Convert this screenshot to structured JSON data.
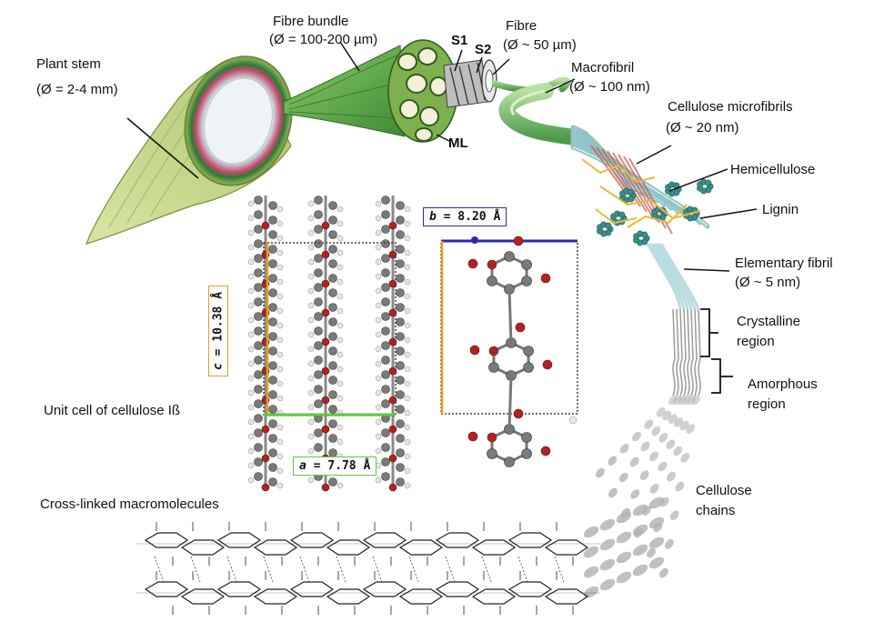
{
  "labels": {
    "plant_stem": "Plant stem",
    "plant_stem_d": "(Ø = 2-4 mm)",
    "fibre_bundle": "Fibre bundle",
    "fibre_bundle_d": "(Ø = 100-200 µm)",
    "s1": "S1",
    "s2": "S2",
    "fibre": "Fibre",
    "fibre_d": "(Ø ~ 50 µm)",
    "macrofibril": "Macrofibril",
    "macrofibril_d": "(Ø ~ 100 nm)",
    "ml": "ML",
    "microfibrils": "Cellulose microfibrils",
    "microfibrils_d": "(Ø ~ 20 nm)",
    "hemicellulose": "Hemicellulose",
    "lignin": "Lignin",
    "elementary_fibril": "Elementary fibril",
    "elementary_fibril_d": "(Ø ~ 5 nm)",
    "crystalline": "Crystalline",
    "crystalline_2": "region",
    "amorphous": "Amorphous",
    "amorphous_2": "region",
    "cellulose_chains": "Cellulose",
    "cellulose_chains_2": "chains",
    "unit_cell": "Unit cell of cellulose Iß",
    "cross_linked": "Cross-linked macromolecules",
    "param_b_sym": "b",
    "param_b_val": " = 8.20 Å",
    "param_c_sym": "c",
    "param_c_val": " = 10.38 Å",
    "param_a_sym": "a",
    "param_a_val": " = 7.78 Å"
  },
  "colors": {
    "stem": "#c9d98f",
    "bundle": "#6fae4e",
    "macrofibril": "#7fbf6a",
    "microfibril": "#8fc3c7",
    "hemicellulose": "#3a8f8a",
    "lignin": "#e8b93a",
    "carbon": "#7a7a7a",
    "oxygen": "#b22222",
    "hydrogen": "#e6e6e6",
    "axis_a": "#5ccc3c",
    "axis_b": "#2b2bb0",
    "axis_c": "#e0a020"
  }
}
